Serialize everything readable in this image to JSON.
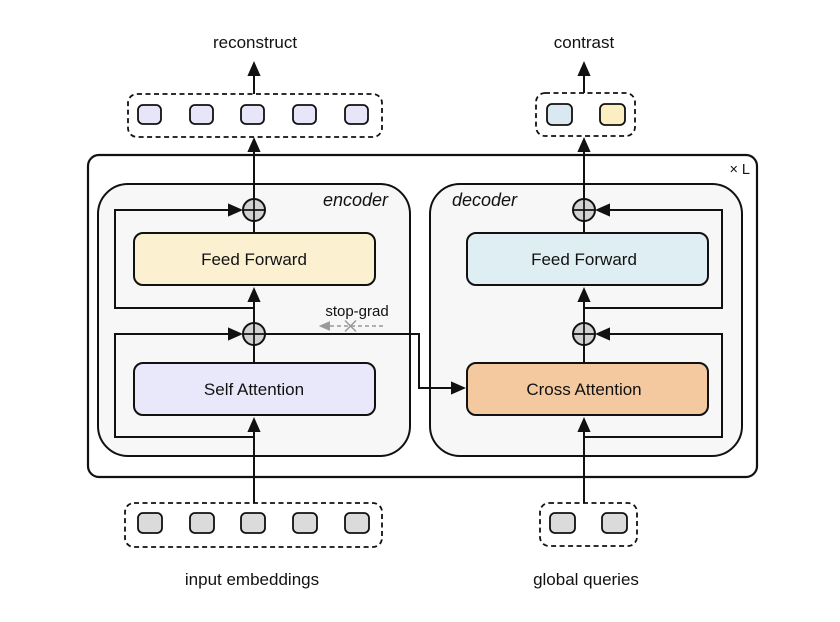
{
  "labels": {
    "reconstruct": "reconstruct",
    "contrast": "contrast",
    "input_embeddings": "input embeddings",
    "global_queries": "global queries",
    "encoder": "encoder",
    "decoder": "decoder",
    "encoder_feed_forward": "Feed Forward",
    "self_attention": "Self Attention",
    "decoder_feed_forward": "Feed Forward",
    "cross_attention": "Cross Attention",
    "stop_grad": "stop-grad",
    "repeat": "× L"
  },
  "tokens": {
    "reconstruct_count": 5,
    "contrast_count": 2,
    "input_embeddings_count": 5,
    "global_queries_count": 2
  },
  "colors": {
    "encoder_feed_forward_fill": "#fbf1d1",
    "self_attention_fill": "#e9e8fb",
    "decoder_feed_forward_fill": "#dfeef3",
    "cross_attention_fill": "#f4c9a0",
    "reconstruct_token_fill": "#e7e6f9",
    "contrast_token_blue_fill": "#d9e9ef",
    "contrast_token_yellow_fill": "#fbeec2",
    "input_token_fill": "#dbdbdb",
    "query_token_fill": "#dbdbdb",
    "inner_box_fill": "#f7f7f7",
    "add_node_fill": "#d2d2d2",
    "muted_text": "#999999",
    "stop_grad_arrow": "#999999"
  }
}
